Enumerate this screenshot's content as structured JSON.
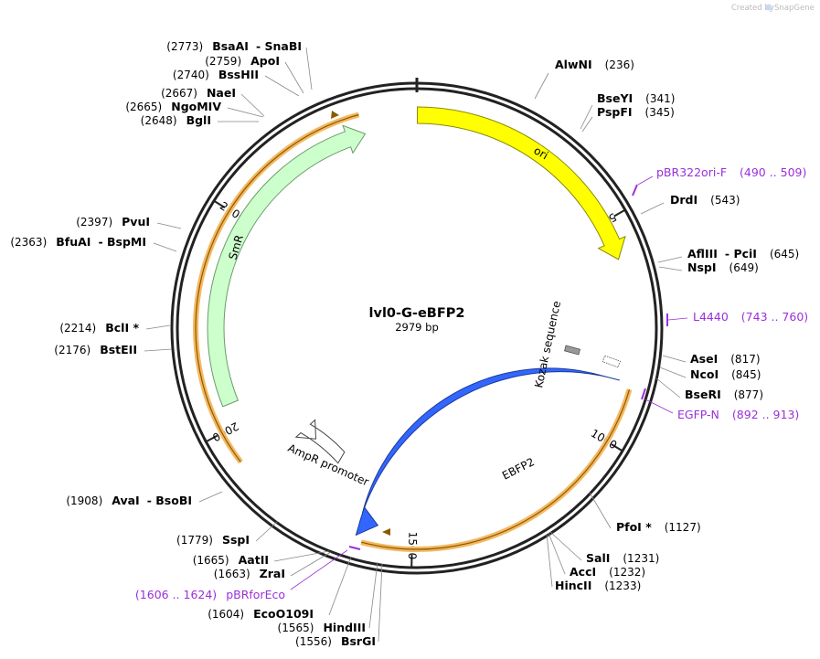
{
  "credit": {
    "prefix": "Created by",
    "brand": "SnapGene"
  },
  "plasmid": {
    "name": "lvl0-G-eBFP2",
    "length_label": "2979 bp",
    "length": 2979
  },
  "ticks": [
    {
      "bp": 500,
      "label": "500"
    },
    {
      "bp": 1000,
      "label": "1000"
    },
    {
      "bp": 1500,
      "label": "1500"
    },
    {
      "bp": 2000,
      "label": "2000"
    },
    {
      "bp": 2500,
      "label": "2500"
    }
  ],
  "features": [
    {
      "id": "ori",
      "label": "ori",
      "color": "#ffff00"
    },
    {
      "id": "ebfp2",
      "label": "EBFP2",
      "color": "#3366ff"
    },
    {
      "id": "smr",
      "label": "SmR",
      "color": "#ccffcc"
    },
    {
      "id": "ampr-promoter",
      "label": "AmpR promoter",
      "color": "#ffffff"
    },
    {
      "id": "kozak",
      "label": "Kozak sequence",
      "color": "#999999"
    }
  ],
  "sites": [
    {
      "name": "AlwNI",
      "pos": "(236)"
    },
    {
      "name": "BseYI",
      "pos": "(341)"
    },
    {
      "name": "PspFI",
      "pos": "(345)"
    },
    {
      "name": "DrdI",
      "pos": "(543)"
    },
    {
      "name": "AflIII",
      "name2": "- PciI",
      "pos": "(645)"
    },
    {
      "name": "NspI",
      "pos": "(649)"
    },
    {
      "name": "AseI",
      "pos": "(817)"
    },
    {
      "name": "NcoI",
      "pos": "(845)"
    },
    {
      "name": "BseRI",
      "pos": "(877)"
    },
    {
      "name": "PfoI *",
      "pos": "(1127)"
    },
    {
      "name": "SalI",
      "pos": "(1231)"
    },
    {
      "name": "AccI",
      "pos": "(1232)"
    },
    {
      "name": "HincII",
      "pos": "(1233)"
    },
    {
      "name": "BsrGI",
      "pos": "(1556)"
    },
    {
      "name": "HindIII",
      "pos": "(1565)"
    },
    {
      "name": "EcoO109I",
      "pos": "(1604)"
    },
    {
      "name": "ZraI",
      "pos": "(1663)"
    },
    {
      "name": "AatII",
      "pos": "(1665)"
    },
    {
      "name": "SspI",
      "pos": "(1779)"
    },
    {
      "name": "AvaI",
      "name2": "- BsoBI",
      "pos": "(1908)"
    },
    {
      "name": "BstEII",
      "pos": "(2176)"
    },
    {
      "name": "BclI *",
      "pos": "(2214)"
    },
    {
      "name": "BfuAI",
      "name2": "- BspMI",
      "pos": "(2363)"
    },
    {
      "name": "PvuI",
      "pos": "(2397)"
    },
    {
      "name": "BglI",
      "pos": "(2648)"
    },
    {
      "name": "NgoMIV",
      "pos": "(2665)"
    },
    {
      "name": "NaeI",
      "pos": "(2667)"
    },
    {
      "name": "BssHII",
      "pos": "(2740)"
    },
    {
      "name": "ApoI",
      "pos": "(2759)"
    },
    {
      "name": "BsaAI",
      "name2": "- SnaBI",
      "pos": "(2773)"
    }
  ],
  "primers": [
    {
      "name": "pBR322ori-F",
      "range": "(490 .. 509)"
    },
    {
      "name": "L4440",
      "range": "(743 .. 760)"
    },
    {
      "name": "EGFP-N",
      "range": "(892 .. 913)"
    },
    {
      "name": "pBRforEco",
      "range": "(1606 .. 1624)"
    }
  ]
}
